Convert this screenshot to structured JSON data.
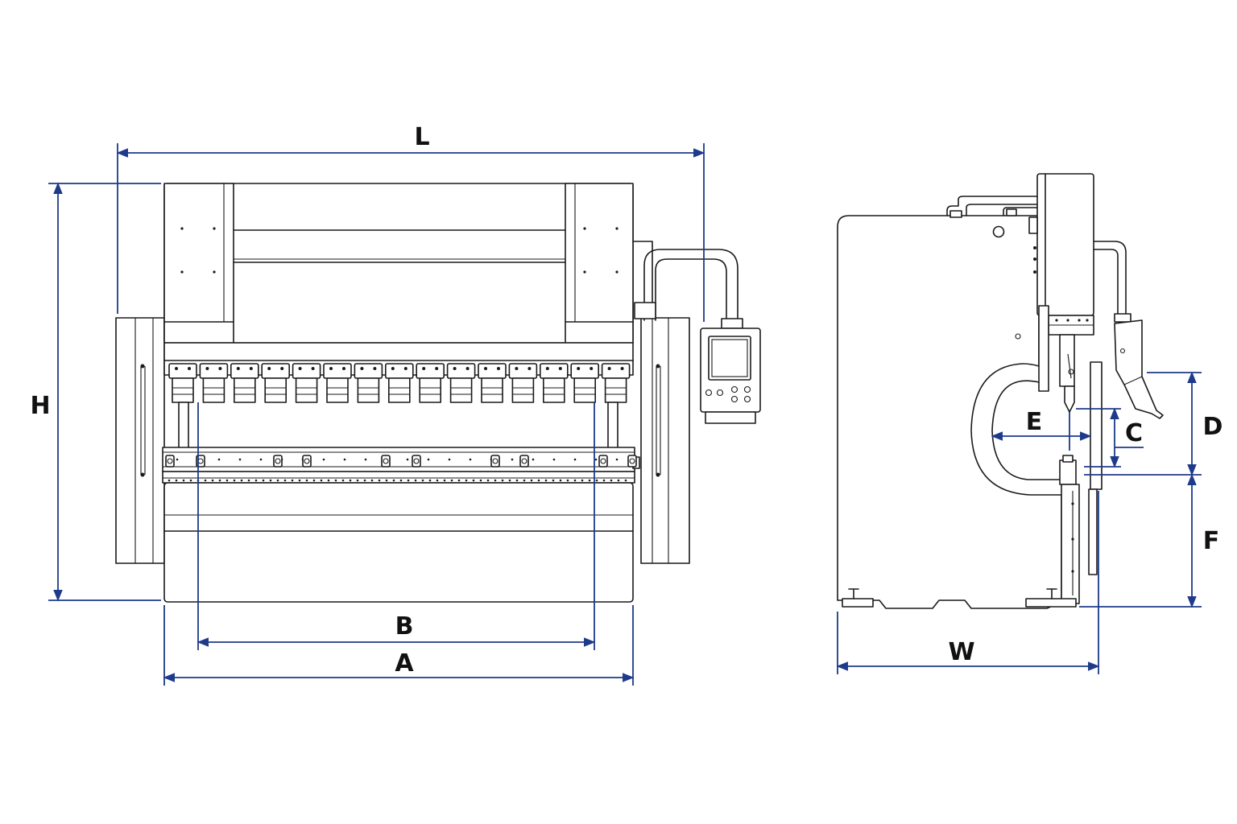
{
  "diagram": {
    "colors": {
      "line": "#1a1a1a",
      "dimension": "#1e3a8a",
      "label": "#111111",
      "background": "#ffffff"
    },
    "views": {
      "front": {
        "dimensions": {
          "L": "L",
          "H": "H",
          "A": "A",
          "B": "B"
        }
      },
      "side": {
        "dimensions": {
          "W": "W",
          "E": "E",
          "C": "C",
          "D": "D",
          "F": "F"
        }
      }
    },
    "icons": {
      "controller": "control-panel-icon",
      "top_tool_clamp": "punch-clamp-icon"
    }
  }
}
